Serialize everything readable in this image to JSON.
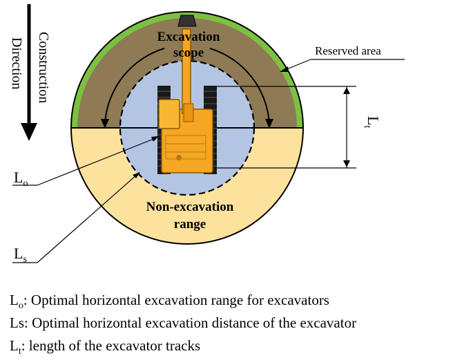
{
  "labels": {
    "construction_word": "Construction",
    "direction_word": "Direction",
    "excavation_line1": "Excavation",
    "excavation_line2": "scope",
    "reserved_area": "Reserved area",
    "non_excavation_line1": "Non-excavation",
    "non_excavation_line2": "range",
    "lt_main": "L",
    "lt_sub": "t",
    "lo_main": "L",
    "lo_sub": "o",
    "ls_main": "L",
    "ls_sub": "s"
  },
  "legend": [
    {
      "main": "L",
      "sub": "o",
      "text": ": Optimal horizontal excavation range for excavators"
    },
    {
      "main": "Ls",
      "sub": "",
      "text": ": Optimal horizontal excavation distance of the excavator"
    },
    {
      "main": "L",
      "sub": "t",
      "text": ": length of the excavator tracks"
    }
  ],
  "colors": {
    "reserved_green": "#7dc142",
    "excavation_brown": "#8e7a55",
    "non_excavation_tan": "#fde29e",
    "inner_blue": "#b4c5e4",
    "excavator_orange": "#f5a623",
    "track_dark": "#222222"
  }
}
